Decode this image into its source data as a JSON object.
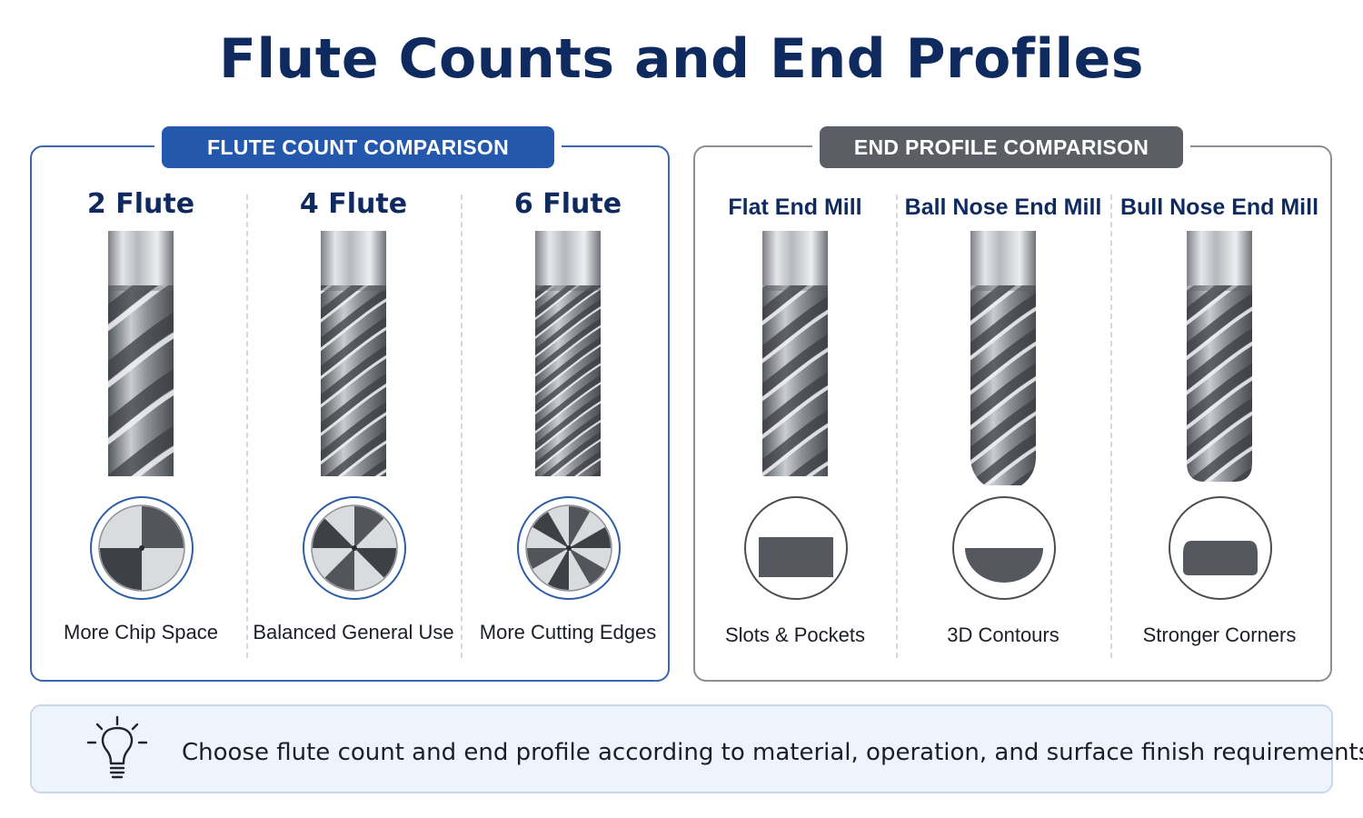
{
  "title": "Flute Counts and End Profiles",
  "flute_panel": {
    "header": "FLUTE COUNT COMPARISON",
    "items": [
      {
        "title": "2 Flute",
        "caption": "More Chip Space",
        "flutes": 2
      },
      {
        "title": "4 Flute",
        "caption": "Balanced General Use",
        "flutes": 4
      },
      {
        "title": "6 Flute",
        "caption": "More Cutting Edges",
        "flutes": 6
      }
    ]
  },
  "profile_panel": {
    "header": "END PROFILE COMPARISON",
    "items": [
      {
        "title": "Flat End Mill",
        "caption": "Slots & Pockets",
        "profile": "flat"
      },
      {
        "title": "Ball Nose End Mill",
        "caption": "3D Contours",
        "profile": "ball"
      },
      {
        "title": "Bull Nose End Mill",
        "caption": "Stronger Corners",
        "profile": "bull"
      }
    ]
  },
  "tip": {
    "icon": "lightbulb-icon",
    "text": "Choose flute count and end profile according to material, operation, and surface finish requirements."
  },
  "colors": {
    "title": "#0f2a5e",
    "flute_accent": "#2358ad",
    "profile_accent": "#5b5f65",
    "tip_bg": "#eef4fc"
  }
}
